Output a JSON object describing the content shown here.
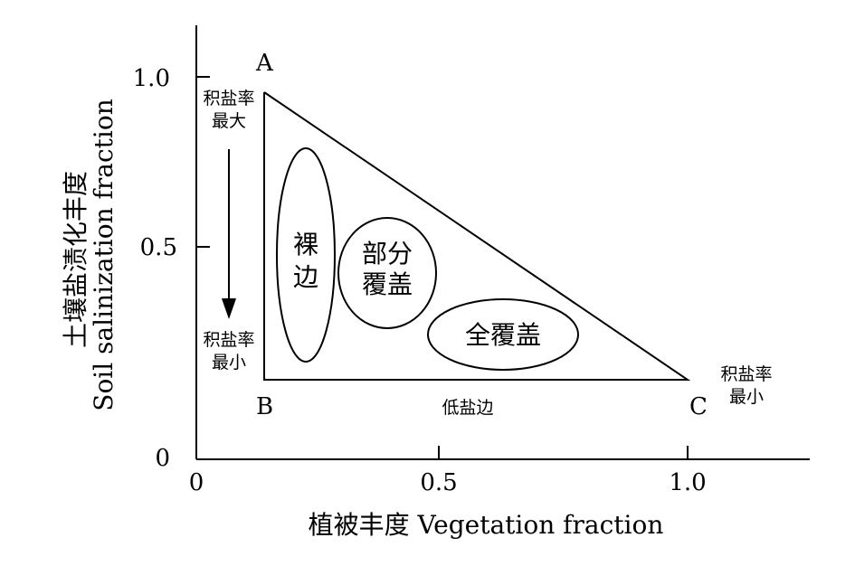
{
  "axes": {
    "x_title": "植被丰度 Vegetation fraction",
    "y_title_cn": "土壤盐渍化丰度",
    "y_title_en": "Soil salinization fraction",
    "x_ticks": [
      "0",
      "0.5",
      "1.0"
    ],
    "y_ticks": [
      "0",
      "0.5",
      "1.0"
    ]
  },
  "vertices": {
    "a": "A",
    "b": "B",
    "c": "C"
  },
  "annotations": {
    "top_left_line1": "积盐率",
    "top_left_line2": "最大",
    "bottom_left_line1": "积盐率",
    "bottom_left_line2": "最小",
    "right_line1": "积盐率",
    "right_line2": "最小",
    "bottom_edge": "低盐边"
  },
  "regions": {
    "bare_line1": "裸",
    "bare_line2": "边",
    "partial_line1": "部分",
    "partial_line2": "覆盖",
    "full": "全覆盖"
  }
}
